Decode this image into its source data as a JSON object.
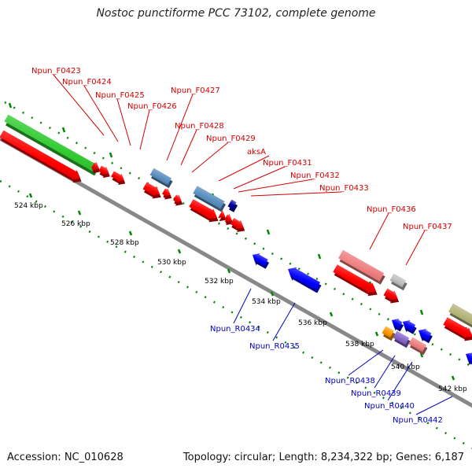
{
  "title": "Nostoc punctiforme PCC 73102, complete genome",
  "accession": "Accession: NC_010628",
  "topology": "Topology: circular; Length: 8,234,322 bp; Genes: 6,187",
  "colors": {
    "backbone": "#888888",
    "forward_label": "#d40000",
    "reverse_label": "#0000c0",
    "tick": "#008800",
    "red_cds": "#ff0000",
    "blue_cds": "#0000ff",
    "green": "#33cc33",
    "steel": "#5b8fc0",
    "pink": "#f08080",
    "grey": "#c0c0c0",
    "olive": "#b5b57a",
    "orange": "#ff9900",
    "purple": "#8866cc"
  },
  "kbp_labels": [
    "524 kbp",
    "526 kbp",
    "528 kbp",
    "530 kbp",
    "532 kbp",
    "534 kbp",
    "536 kbp",
    "538 kbp",
    "540 kbp",
    "542 kbp"
  ],
  "forward_gene_labels": [
    "Npun_F0423",
    "Npun_F0424",
    "Npun_F0425",
    "Npun_F0426",
    "Npun_F0427",
    "Npun_F0428",
    "Npun_F0429",
    "aksA",
    "Npun_F0431",
    "Npun_F0432",
    "Npun_F0433",
    "Npun_F0436",
    "Npun_F0437"
  ],
  "reverse_gene_labels": [
    "Npun_R0434",
    "Npun_R0435",
    "Npun_R0438",
    "Npun_R0439",
    "Npun_R0440",
    "Npun_R0442"
  ]
}
